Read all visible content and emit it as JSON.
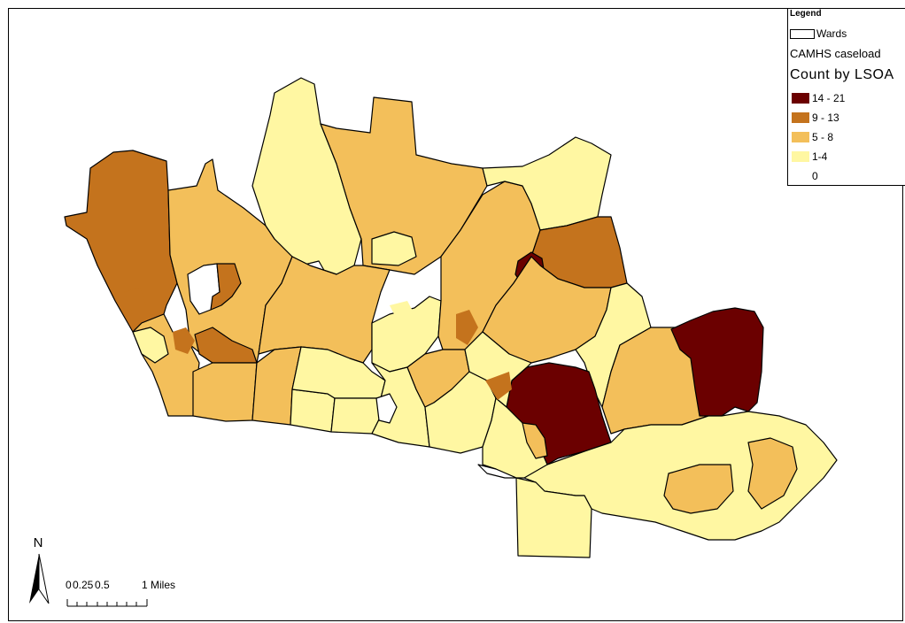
{
  "legend": {
    "title": "Legend",
    "wards_label": "Wards",
    "layer_title": "CAMHS caseload",
    "field_title": "Count by LSOA",
    "classes": [
      {
        "label": "14 - 21",
        "color": "#6b0000"
      },
      {
        "label": "9 - 13",
        "color": "#c4731d"
      },
      {
        "label": "5 - 8",
        "color": "#f3bf5a"
      },
      {
        "label": "1-4",
        "color": "#fff7a2"
      },
      {
        "label": "0",
        "color": "#ffffff"
      }
    ]
  },
  "north_arrow": {
    "label": "N"
  },
  "scale_bar": {
    "ticks": [
      "0",
      "0.25",
      "0.5",
      "1 Miles"
    ]
  }
}
